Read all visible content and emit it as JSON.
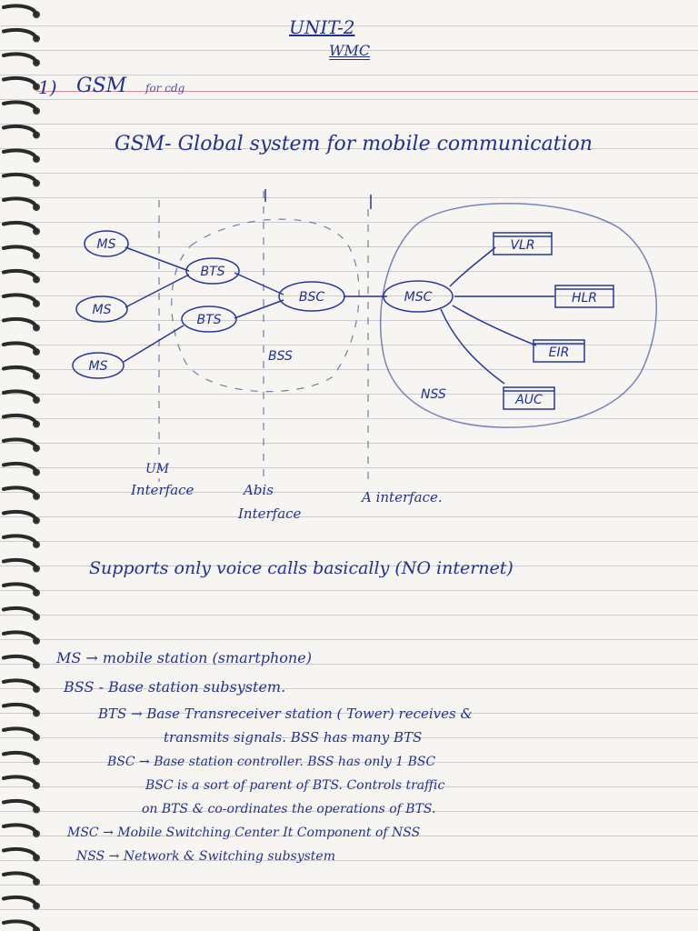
{
  "header": {
    "unit": "UNIT-2",
    "subject": "WMC"
  },
  "heading": {
    "number": "1)",
    "topic": "GSM",
    "scribble": "for cdg"
  },
  "definition": "GSM- Global system for mobile communication",
  "diagram": {
    "ms_nodes": [
      "MS",
      "MS",
      "MS"
    ],
    "bts_nodes": [
      "BTS",
      "BTS"
    ],
    "bsc": "BSC",
    "msc": "MSC",
    "databases": [
      "VLR",
      "HLR",
      "EIR",
      "AUC"
    ],
    "bss_label": "BSS",
    "nss_label": "NSS",
    "interfaces": {
      "um_line1": "UM",
      "um_line2": "Interface",
      "abis_line1": "Abis",
      "abis_line2": "Interface",
      "a": "A interface."
    }
  },
  "supports_note": "Supports only voice calls basically (NO internet)",
  "notes": [
    "MS → mobile station (smartphone)",
    "BSS - Base station subsystem.",
    "BTS → Base Transreceiver station ( Tower) receives &",
    "transmits signals. BSS has many BTS",
    "BSC → Base station controller. BSS has only 1 BSC",
    "BSC is a sort of parent of BTS. Controls traffic",
    "on BTS & co-ordinates the operations of BTS.",
    "MSC → Mobile Switching Center It Component of NSS",
    "NSS → Network & Switching subsystem"
  ],
  "colors": {
    "ink": "#22318f",
    "paper": "#f7f5f1",
    "margin_line": "#d75a6e"
  }
}
